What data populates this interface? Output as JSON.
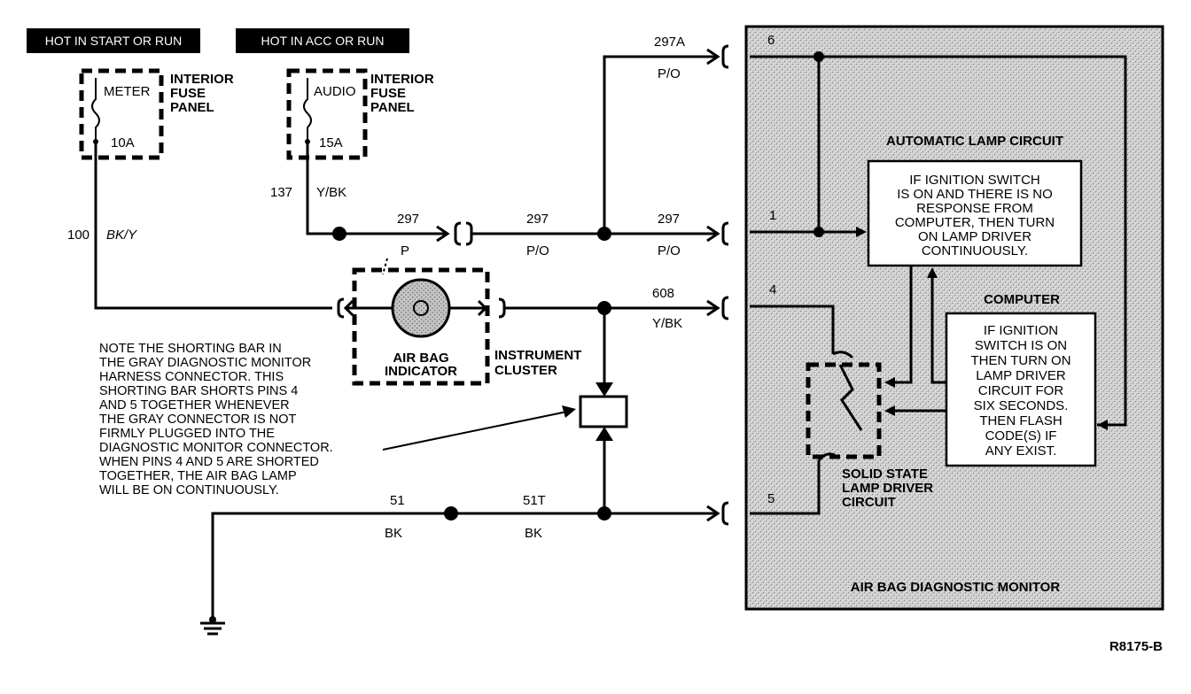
{
  "power_tags": {
    "start_run": "HOT IN START OR RUN",
    "acc_run": "HOT IN ACC OR RUN"
  },
  "fuses": {
    "meter": {
      "name": "METER",
      "rating": "10A"
    },
    "audio": {
      "name": "AUDIO",
      "rating": "15A"
    },
    "panel_label": [
      "INTERIOR",
      "FUSE",
      "PANEL"
    ]
  },
  "wires": {
    "w100": {
      "circuit": "100",
      "color": "BK/Y"
    },
    "w137": {
      "circuit": "137",
      "color": "Y/BK"
    },
    "w297_p": {
      "circuit": "297",
      "color": "P"
    },
    "w297_po_mid": {
      "circuit": "297",
      "color": "P/O"
    },
    "w297_po_right": {
      "circuit": "297",
      "color": "P/O"
    },
    "w297a": {
      "circuit": "297A",
      "color": "P/O"
    },
    "w608": {
      "circuit": "608",
      "color": "Y/BK"
    },
    "w51": {
      "circuit": "51",
      "color": "BK"
    },
    "w51t": {
      "circuit": "51T",
      "color": "BK"
    }
  },
  "indicator": {
    "lines": [
      "AIR BAG",
      "INDICATOR"
    ]
  },
  "cluster": {
    "lines": [
      "INSTRUMENT",
      "CLUSTER"
    ]
  },
  "note_lines": [
    "NOTE THE SHORTING BAR IN",
    "THE GRAY DIAGNOSTIC MONITOR",
    "HARNESS CONNECTOR. THIS",
    "SHORTING BAR SHORTS PINS 4",
    "AND 5 TOGETHER WHENEVER",
    "THE GRAY CONNECTOR IS NOT",
    "FIRMLY PLUGGED INTO THE",
    "DIAGNOSTIC MONITOR CONNECTOR.",
    "WHEN PINS 4 AND 5 ARE SHORTED",
    "TOGETHER, THE AIR BAG LAMP",
    "WILL BE ON CONTINUOUSLY."
  ],
  "monitor": {
    "title": "AIR BAG DIAGNOSTIC MONITOR",
    "auto_lamp_title": "AUTOMATIC LAMP CIRCUIT",
    "auto_lamp_box": [
      "IF IGNITION SWITCH",
      "IS ON AND THERE IS NO",
      "RESPONSE FROM",
      "COMPUTER, THEN TURN",
      "ON LAMP DRIVER",
      "CONTINUOUSLY."
    ],
    "computer_title": "COMPUTER",
    "computer_box": [
      "IF IGNITION",
      "SWITCH IS ON",
      "THEN TURN ON",
      "LAMP DRIVER",
      "CIRCUIT FOR",
      "SIX SECONDS.",
      "THEN FLASH",
      "CODE(S) IF",
      "ANY EXIST."
    ],
    "driver_label": [
      "SOLID STATE",
      "LAMP DRIVER",
      "CIRCUIT"
    ],
    "pins": {
      "p6": "6",
      "p1": "1",
      "p4": "4",
      "p5": "5"
    }
  },
  "figure_id": "R8175-B"
}
